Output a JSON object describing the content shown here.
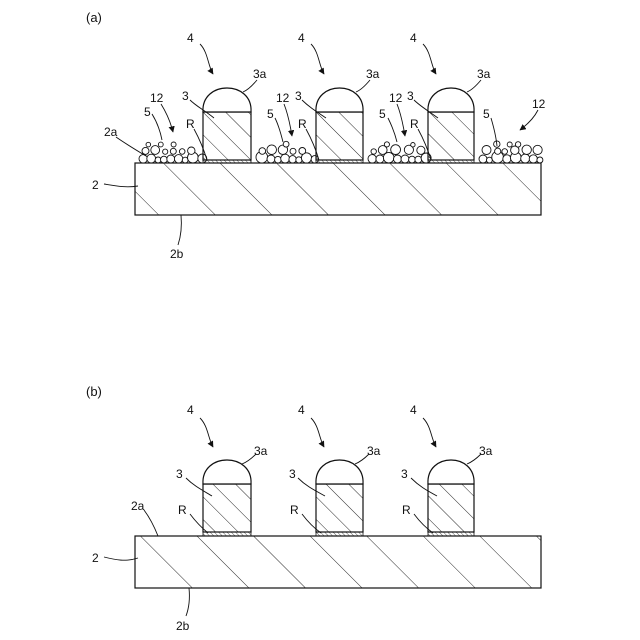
{
  "panels": [
    {
      "caption": "(a)",
      "labels": {
        "substrate": "2",
        "substrate_top": "2a",
        "substrate_bottom": "2b",
        "pillar": "3",
        "pillar_top": "3a",
        "cap": "4",
        "particles": "5",
        "layer": "12",
        "residue": "R"
      }
    },
    {
      "caption": "(b)",
      "labels": {
        "substrate": "2",
        "substrate_top": "2a",
        "substrate_bottom": "2b",
        "pillar": "3",
        "pillar_top": "3a",
        "cap": "4",
        "residue": "R"
      }
    }
  ],
  "colors": {
    "line": "#111111",
    "background": "#ffffff"
  }
}
